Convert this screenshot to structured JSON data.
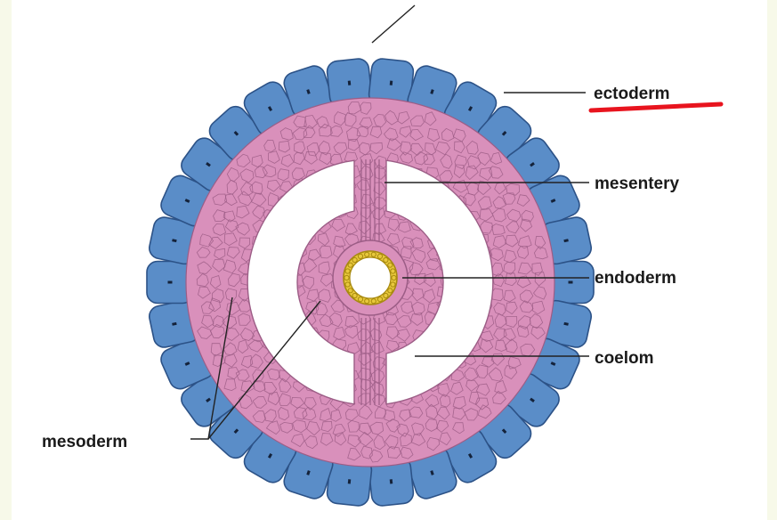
{
  "diagram": {
    "labels": {
      "ectoderm": "ectoderm",
      "mesentery": "mesentery",
      "endoderm": "endoderm",
      "coelom": "coelom",
      "mesoderm": "mesoderm"
    },
    "colors": {
      "background": "#f7f9e9",
      "panel": "#ffffff",
      "ectoderm_fill": "#5a8dc8",
      "ectoderm_stroke": "#2c5287",
      "mesoderm_fill": "#d990bb",
      "mesoderm_cell_line": "#9c5d86",
      "endoderm_fill": "#e8c83c",
      "endoderm_stroke": "#a88a10",
      "coelom_fill": "#ffffff",
      "leader_line": "#222222",
      "highlight_underline": "#e8141e"
    }
  }
}
